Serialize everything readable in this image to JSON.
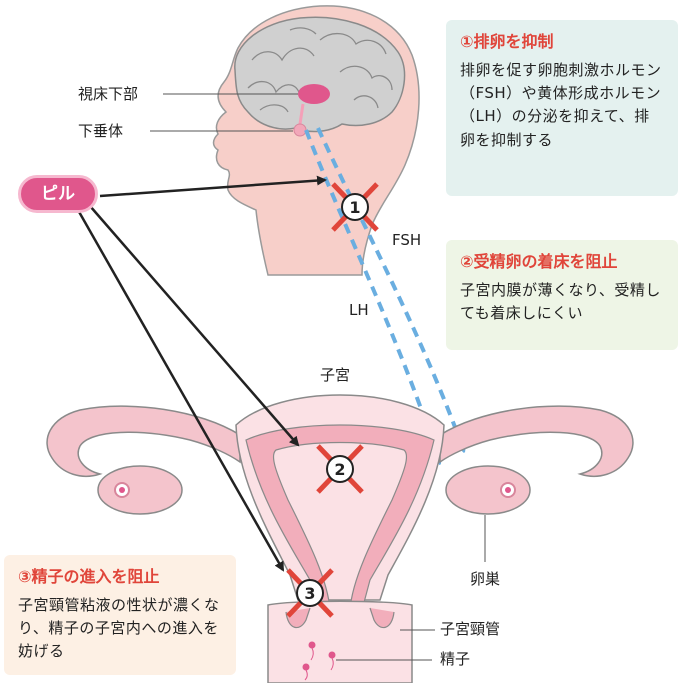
{
  "labels": {
    "hypothalamus": "視床下部",
    "pituitary": "下垂体",
    "fsh": "FSH",
    "lh": "LH",
    "uterus": "子宮",
    "ovary": "卵巣",
    "cervix": "子宮頸管",
    "sperm": "精子"
  },
  "pill": {
    "label": "ピル"
  },
  "markers": [
    "1",
    "2",
    "3"
  ],
  "effects": [
    {
      "title": "①排卵を抑制",
      "body": "排卵を促す卵胞刺激ホルモン（FSH）や黄体形成ホルモン（LH）の分泌を抑えて、排卵を抑制する"
    },
    {
      "title": "②受精卵の着床を阻止",
      "body": "子宮内膜が薄くなり、受精しても着床しにくい"
    },
    {
      "title": "③精子の進入を阻止",
      "body": "子宮頸管粘液の性状が濃くなり、精子の子宮内への進入を妨げる"
    }
  ],
  "colors": {
    "head": "#f7cfc9",
    "brain": "#cfcfcf",
    "organ": "#f4c4cc",
    "accent_pink": "#e0578c",
    "cross": "#e0453a",
    "hormone_arrow": "#6aaee0",
    "box1_bg": "#e4f1ef",
    "box2_bg": "#eef5e6",
    "box3_bg": "#fdf0e4"
  }
}
